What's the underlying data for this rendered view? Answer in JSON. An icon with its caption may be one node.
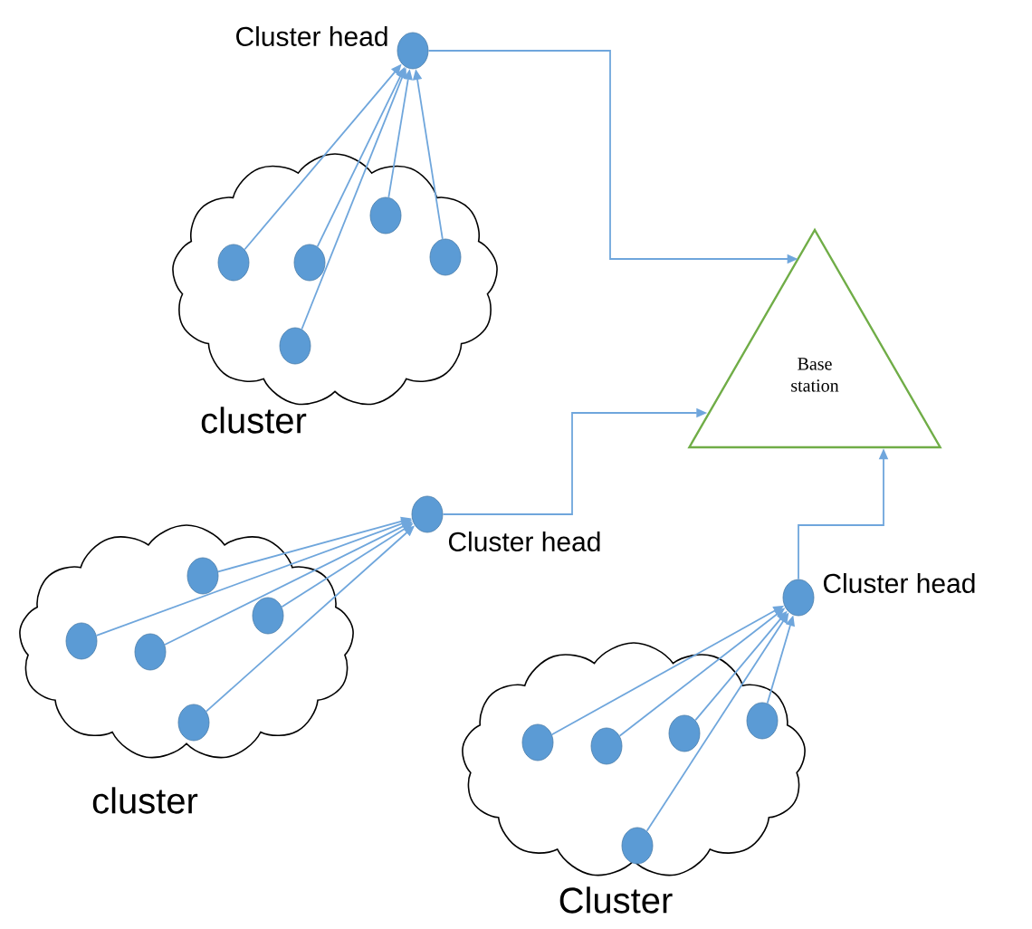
{
  "diagram": {
    "nodes": [
      {
        "text": [
          "cluster"
        ]
      },
      {
        "text": [],
        "shape": "circle",
        "in": 0
      },
      {
        "text": [],
        "shape": "circle",
        "in": 0
      },
      {
        "text": [],
        "shape": "circle",
        "in": 0
      },
      {
        "text": [],
        "shape": "circle",
        "in": 0
      },
      {
        "text": [],
        "shape": "circle",
        "in": 0
      },
      {
        "text": [],
        "shape": "circle",
        "beside": [
          "Cluster head"
        ]
      },
      {
        "text": [
          "Base station"
        ]
      },
      {
        "text": [
          "cluster"
        ]
      },
      {
        "text": [],
        "shape": "circle",
        "in": 8
      },
      {
        "text": [],
        "shape": "circle",
        "in": 8
      },
      {
        "text": [],
        "shape": "circle",
        "in": 8
      },
      {
        "text": [],
        "shape": "circle",
        "in": 8
      },
      {
        "text": [],
        "shape": "circle",
        "in": 8
      },
      {
        "text": [],
        "shape": "circle",
        "beside": [
          "Cluster head"
        ]
      },
      {
        "text": [
          "Cluster"
        ]
      },
      {
        "text": [],
        "shape": "circle",
        "in": 15
      },
      {
        "text": [],
        "shape": "circle",
        "in": 15
      },
      {
        "text": [],
        "shape": "circle",
        "in": 15
      },
      {
        "text": [],
        "shape": "circle",
        "in": 15
      },
      {
        "text": [],
        "shape": "circle",
        "in": 15
      },
      {
        "text": [],
        "shape": "circle",
        "beside": [
          "Cluster head"
        ]
      }
    ],
    "edges": [
      {
        "from": 1,
        "to": 6,
        "arrow": "to"
      },
      {
        "from": 2,
        "to": 6,
        "arrow": "to"
      },
      {
        "from": 3,
        "to": 6,
        "arrow": "to"
      },
      {
        "from": 4,
        "to": 6,
        "arrow": "to"
      },
      {
        "from": 5,
        "to": 6,
        "arrow": "to"
      },
      {
        "from": 9,
        "to": 14,
        "arrow": "to"
      },
      {
        "from": 10,
        "to": 14,
        "arrow": "to"
      },
      {
        "from": 11,
        "to": 14,
        "arrow": "to"
      },
      {
        "from": 12,
        "to": 14,
        "arrow": "to"
      },
      {
        "from": 13,
        "to": 14,
        "arrow": "to"
      },
      {
        "from": 16,
        "to": 21,
        "arrow": "to"
      },
      {
        "from": 17,
        "to": 21,
        "arrow": "to"
      },
      {
        "from": 18,
        "to": 21,
        "arrow": "to"
      },
      {
        "from": 19,
        "to": 21,
        "arrow": "to"
      },
      {
        "from": 20,
        "to": 21,
        "arrow": "to"
      },
      {
        "from": 6,
        "to": 7,
        "arrow": "to"
      },
      {
        "from": 14,
        "to": 7,
        "arrow": "to"
      },
      {
        "from": 21,
        "to": 7,
        "arrow": "to"
      }
    ]
  }
}
